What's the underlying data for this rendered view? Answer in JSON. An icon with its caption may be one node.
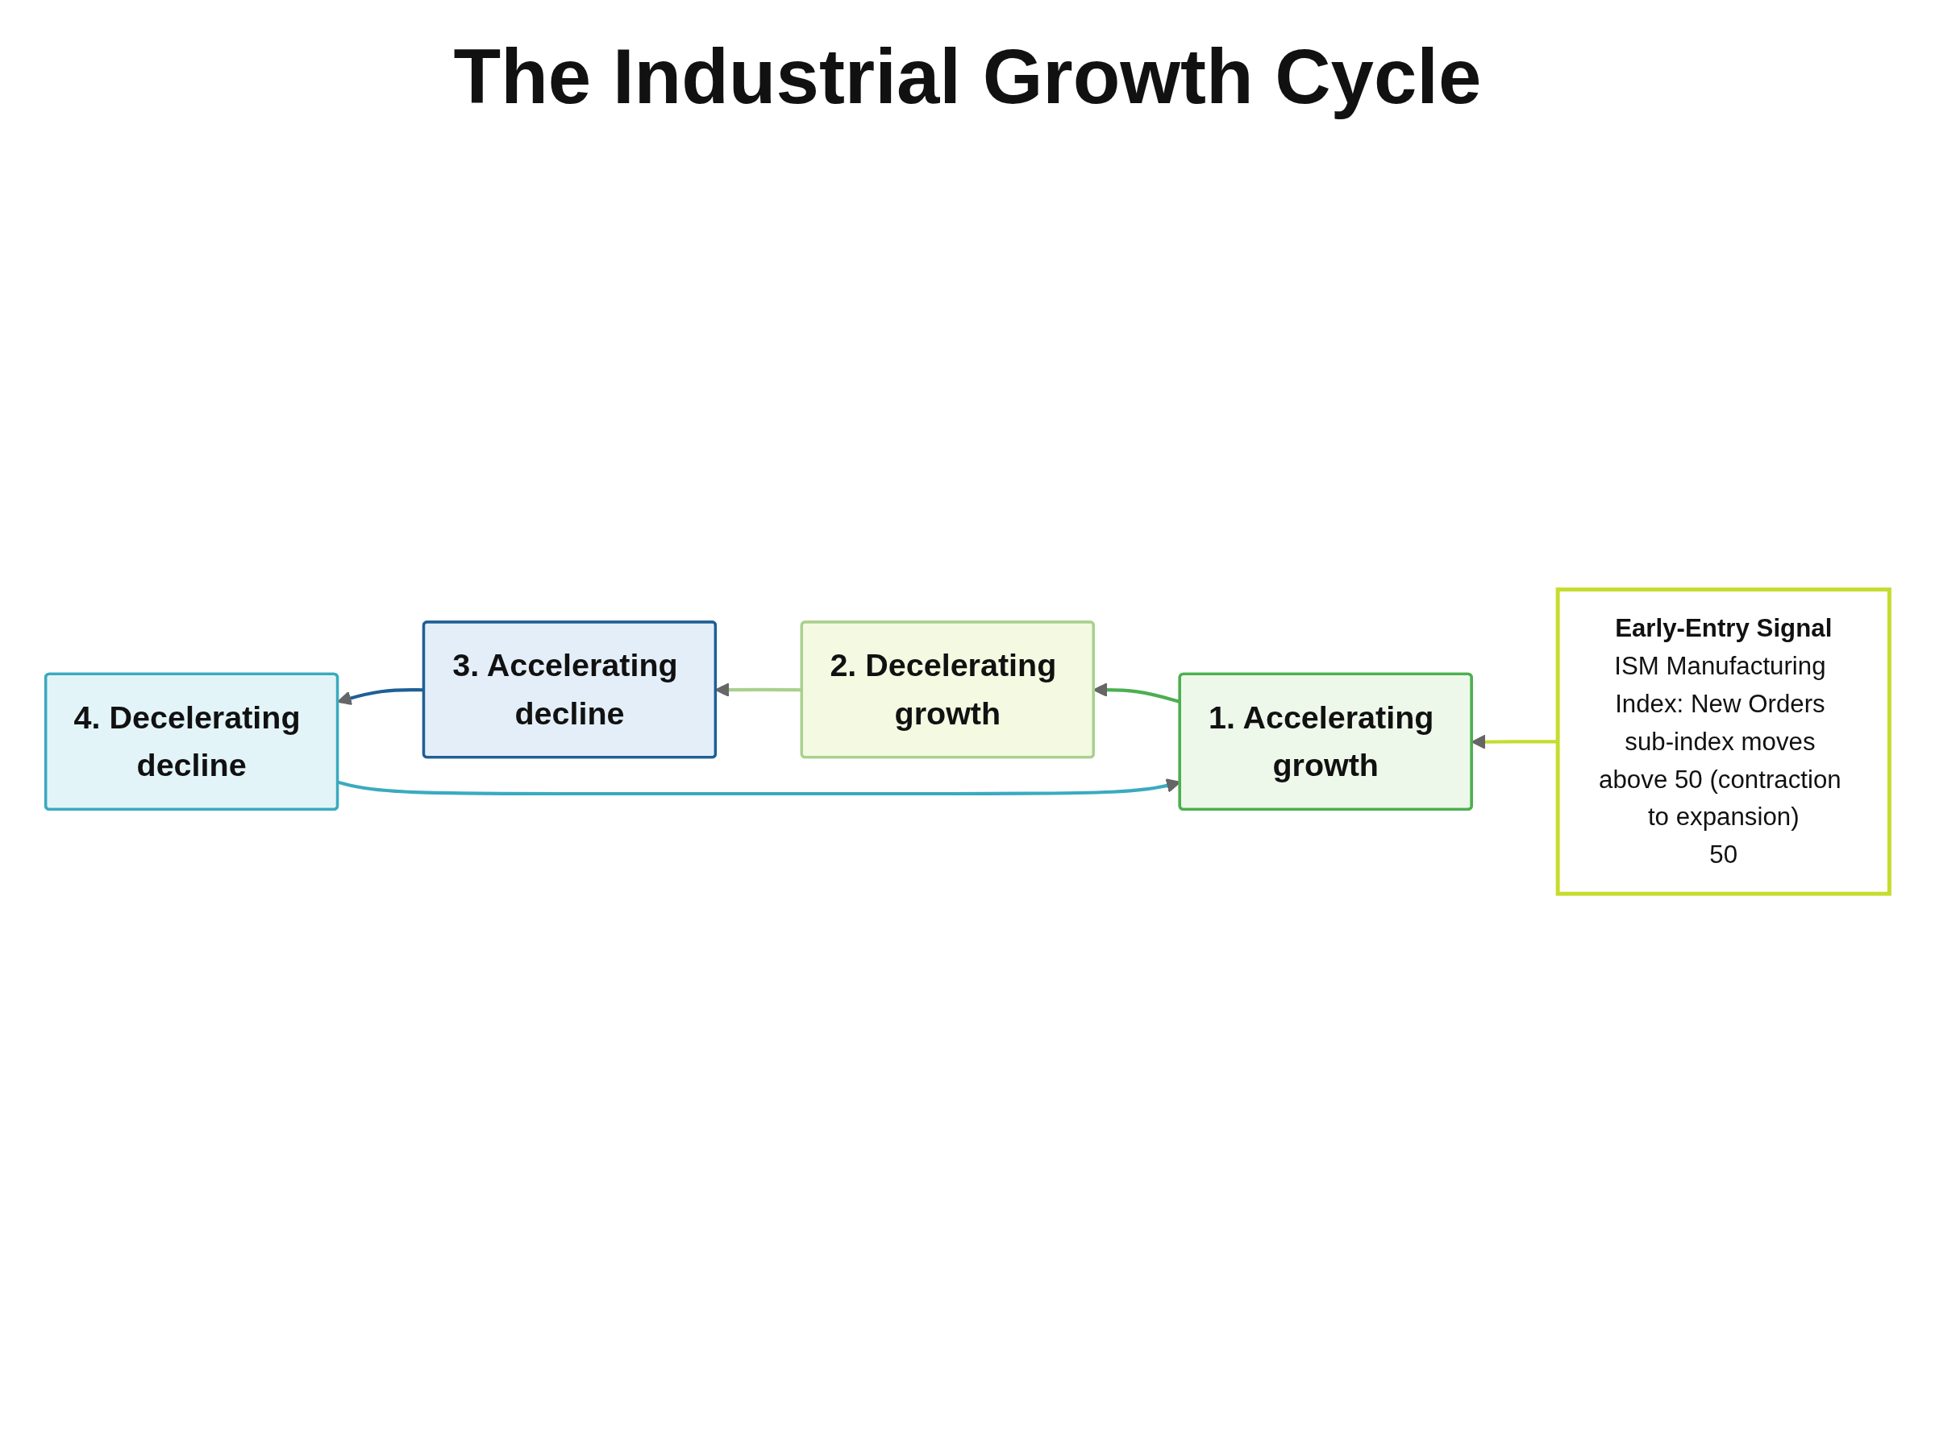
{
  "diagram": {
    "title": "The Industrial Growth Cycle",
    "nodes": [
      {
        "text": [
          "1. Accelerating growth"
        ]
      },
      {
        "text": [
          "2. Decelerating growth"
        ]
      },
      {
        "text": [
          "3. Accelerating decline"
        ]
      },
      {
        "text": [
          "4. Decelerating decline"
        ]
      },
      {
        "text": [
          "Early-Entry Signal",
          "ISM Manufacturing Index: New Orders sub-index moves above 50 (contraction to expansion)",
          "50"
        ]
      }
    ],
    "edges": [
      {
        "from": 0,
        "to": 1,
        "arrow": "to",
        "color": "#4caf50"
      },
      {
        "from": 1,
        "to": 2,
        "arrow": "to",
        "color": "#a9d18e"
      },
      {
        "from": 2,
        "to": 3,
        "arrow": "to",
        "color": "#1f5f96"
      },
      {
        "from": 3,
        "to": 0,
        "arrow": "to",
        "color": "#3aaabf"
      },
      {
        "from": 4,
        "to": 0,
        "arrow": "to",
        "color": "#c6dc2e"
      }
    ]
  }
}
